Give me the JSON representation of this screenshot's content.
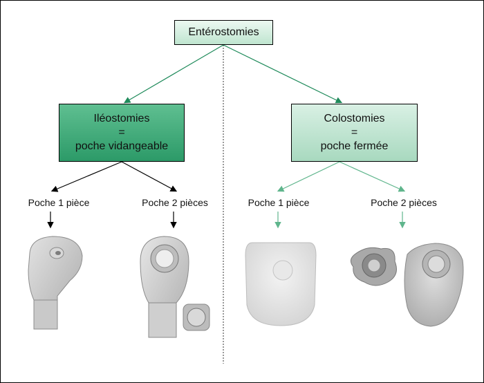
{
  "root": {
    "label": "Entérostomies"
  },
  "left": {
    "title": "Iléostomies",
    "equals": "=",
    "subtitle": "poche vidangeable",
    "option1": "Poche 1 pièce",
    "option2": "Poche 2 pièces"
  },
  "right": {
    "title": "Colostomies",
    "equals": "=",
    "subtitle": "poche fermée",
    "option1": "Poche 1 pièce",
    "option2": "Poche 2 pièces"
  },
  "colors": {
    "green_line": "#1e8a5a",
    "black_line": "#000000",
    "light_green": "#4aa87a"
  }
}
